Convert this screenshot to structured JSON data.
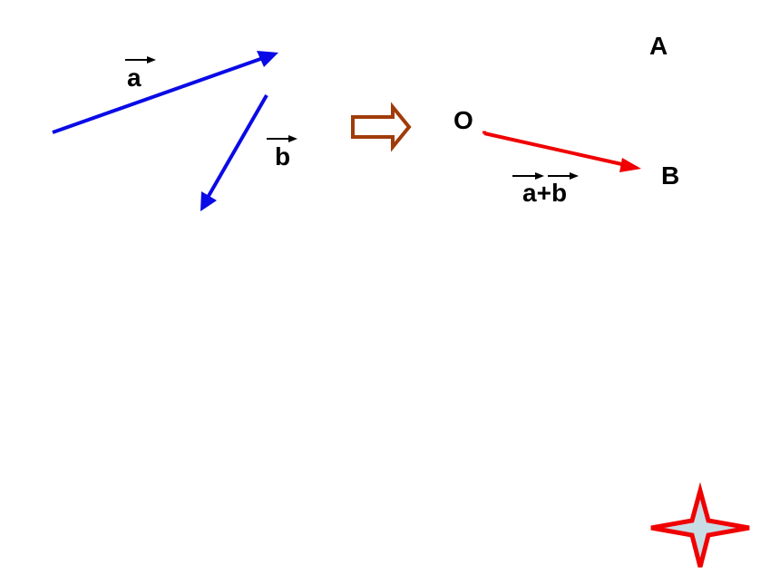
{
  "labels": {
    "vector_a": "a",
    "vector_b": "b",
    "point_A": "A",
    "point_O": "O",
    "point_B": "B",
    "sum_left": "a",
    "sum_plus": "+",
    "sum_right": "b"
  },
  "colors": {
    "vector_blue": "#0a0ae6",
    "sum_red": "#f00000",
    "implies_arrow": "#a03c0a",
    "star_outline": "#f00000",
    "star_fill": "#c8dce6",
    "text": "#000000"
  },
  "icons": {
    "implies": "hollow-right-arrow-icon",
    "nav": "four-point-star-icon"
  }
}
